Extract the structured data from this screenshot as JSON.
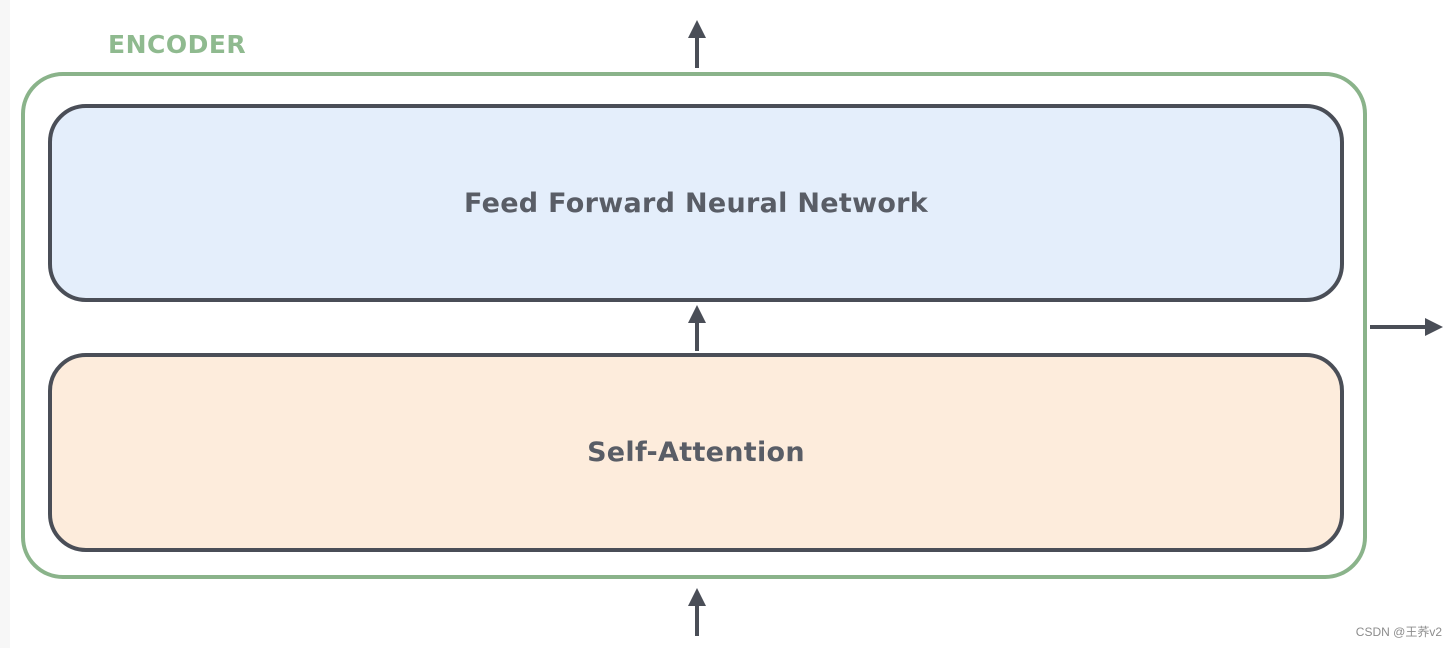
{
  "encoder": {
    "label": "ENCODER"
  },
  "layers": {
    "ffn_label": "Feed Forward Neural Network",
    "self_attention_label": "Self-Attention"
  },
  "watermark": "CSDN @王荞v2",
  "colors": {
    "encoder_border": "#8ab38a",
    "encoder_label": "#8fba8f",
    "layer_border": "#4a4e57",
    "ffn_fill": "#e4eefb",
    "self_attention_fill": "#fdecdc",
    "arrow": "#4a4e57"
  }
}
